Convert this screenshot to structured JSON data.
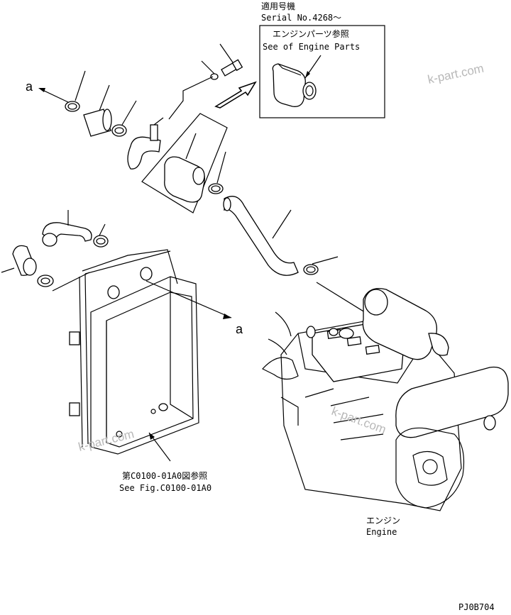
{
  "serial": {
    "jp": "適用号機",
    "en": "Serial No.4268～"
  },
  "engine_parts_box": {
    "jp": "エンジンパーツ参照",
    "en": "See of Engine Parts"
  },
  "callouts": {
    "a_top": "a",
    "a_mid": "a"
  },
  "fig_ref": {
    "jp": "第C0100-01A0図参照",
    "en": "See Fig.C0100-01A0"
  },
  "engine_label": {
    "jp": "エンジン",
    "en": "Engine"
  },
  "drawing_code": "PJ0B704",
  "watermarks": [
    "k-part.com",
    "k-part.com",
    "k-part.com"
  ]
}
